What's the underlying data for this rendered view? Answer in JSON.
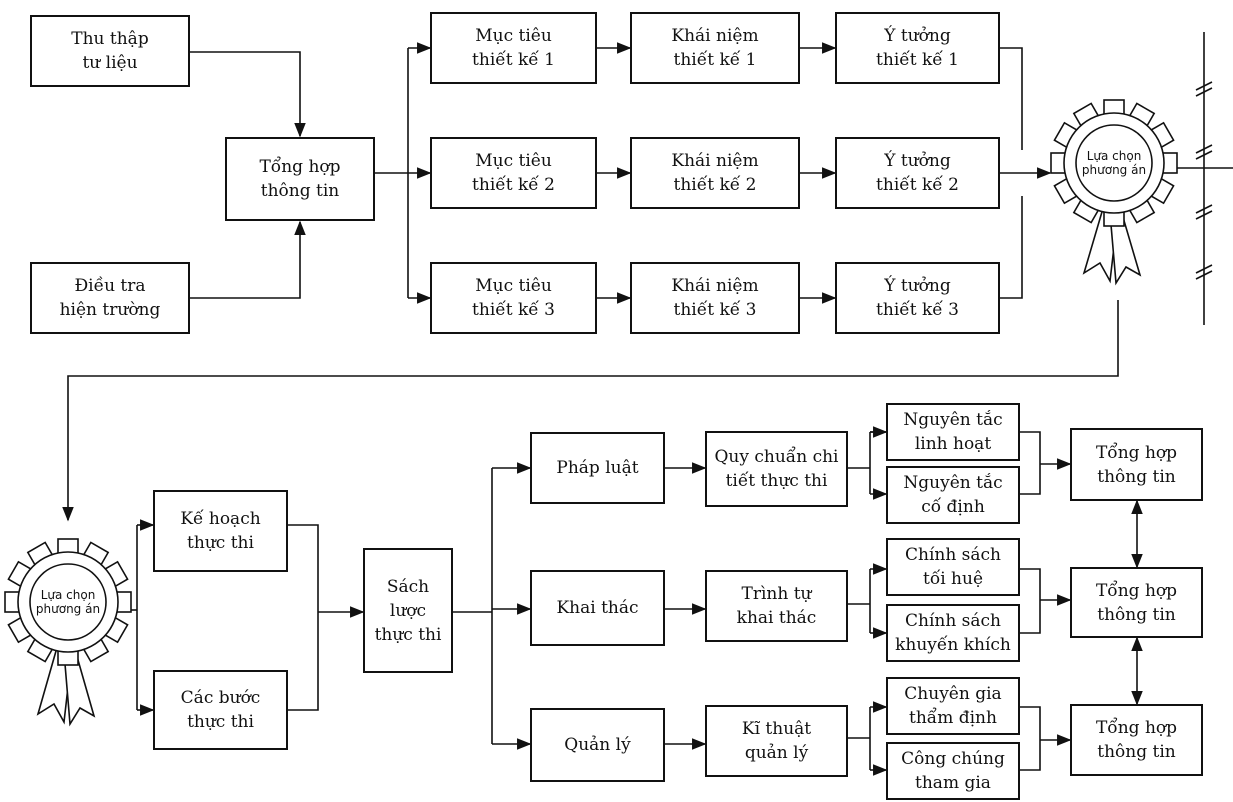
{
  "top": {
    "thu_thap": [
      "Thu thập",
      "tư liệu"
    ],
    "dieu_tra": [
      "Điều tra",
      "hiện trường"
    ],
    "tong_hop": [
      "Tổng hợp",
      "thông tin"
    ],
    "muc_tieu": [
      [
        "Mục tiêu",
        "thiết kế 1"
      ],
      [
        "Mục tiêu",
        "thiết kế 2"
      ],
      [
        "Mục tiêu",
        "thiết kế 3"
      ]
    ],
    "khai_niem": [
      [
        "Khái niệm",
        "thiết kế 1"
      ],
      [
        "Khái niệm",
        "thiết kế 2"
      ],
      [
        "Khái niệm",
        "thiết kế 3"
      ]
    ],
    "y_tuong": [
      [
        "Ý tưởng",
        "thiết kế 1"
      ],
      [
        "Ý tưởng",
        "thiết kế 2"
      ],
      [
        "Ý tưởng",
        "thiết kế 3"
      ]
    ]
  },
  "badge": [
    "Lựa chọn",
    "phương án"
  ],
  "bottom": {
    "ke_hoach": [
      "Kế hoạch",
      "thực thi"
    ],
    "cac_buoc": [
      "Các bước",
      "thực thi"
    ],
    "sach_luoc": [
      "Sách",
      "lược",
      "thực thi"
    ],
    "phap_luat": "Pháp luật",
    "khai_thac": "Khai thác",
    "quan_ly": "Quản lý",
    "quy_chuan": [
      "Quy chuẩn chi",
      "tiết thực thi"
    ],
    "trinh_tu": [
      "Trình tự",
      "khai thác"
    ],
    "ki_thuat": [
      "Kĩ thuật",
      "quản lý"
    ],
    "nguyen_tac_linh_hoat": [
      "Nguyên tắc",
      "linh hoạt"
    ],
    "nguyen_tac_co_dinh": [
      "Nguyên tắc",
      "cố định"
    ],
    "chinh_sach_uu_dai": [
      "Chính sách",
      "tối huệ"
    ],
    "chinh_sach_khuyen_khich": [
      "Chính sách",
      "khuyến khích"
    ],
    "chuyen_gia": [
      "Chuyên gia",
      "thẩm định"
    ],
    "cong_chung": [
      "Công chúng",
      "tham gia"
    ],
    "tong_hop": [
      [
        "Tổng hợp",
        "thông tin"
      ],
      [
        "Tổng hợp",
        "thông tin"
      ],
      [
        "Tổng hợp",
        "thông tin"
      ]
    ]
  }
}
